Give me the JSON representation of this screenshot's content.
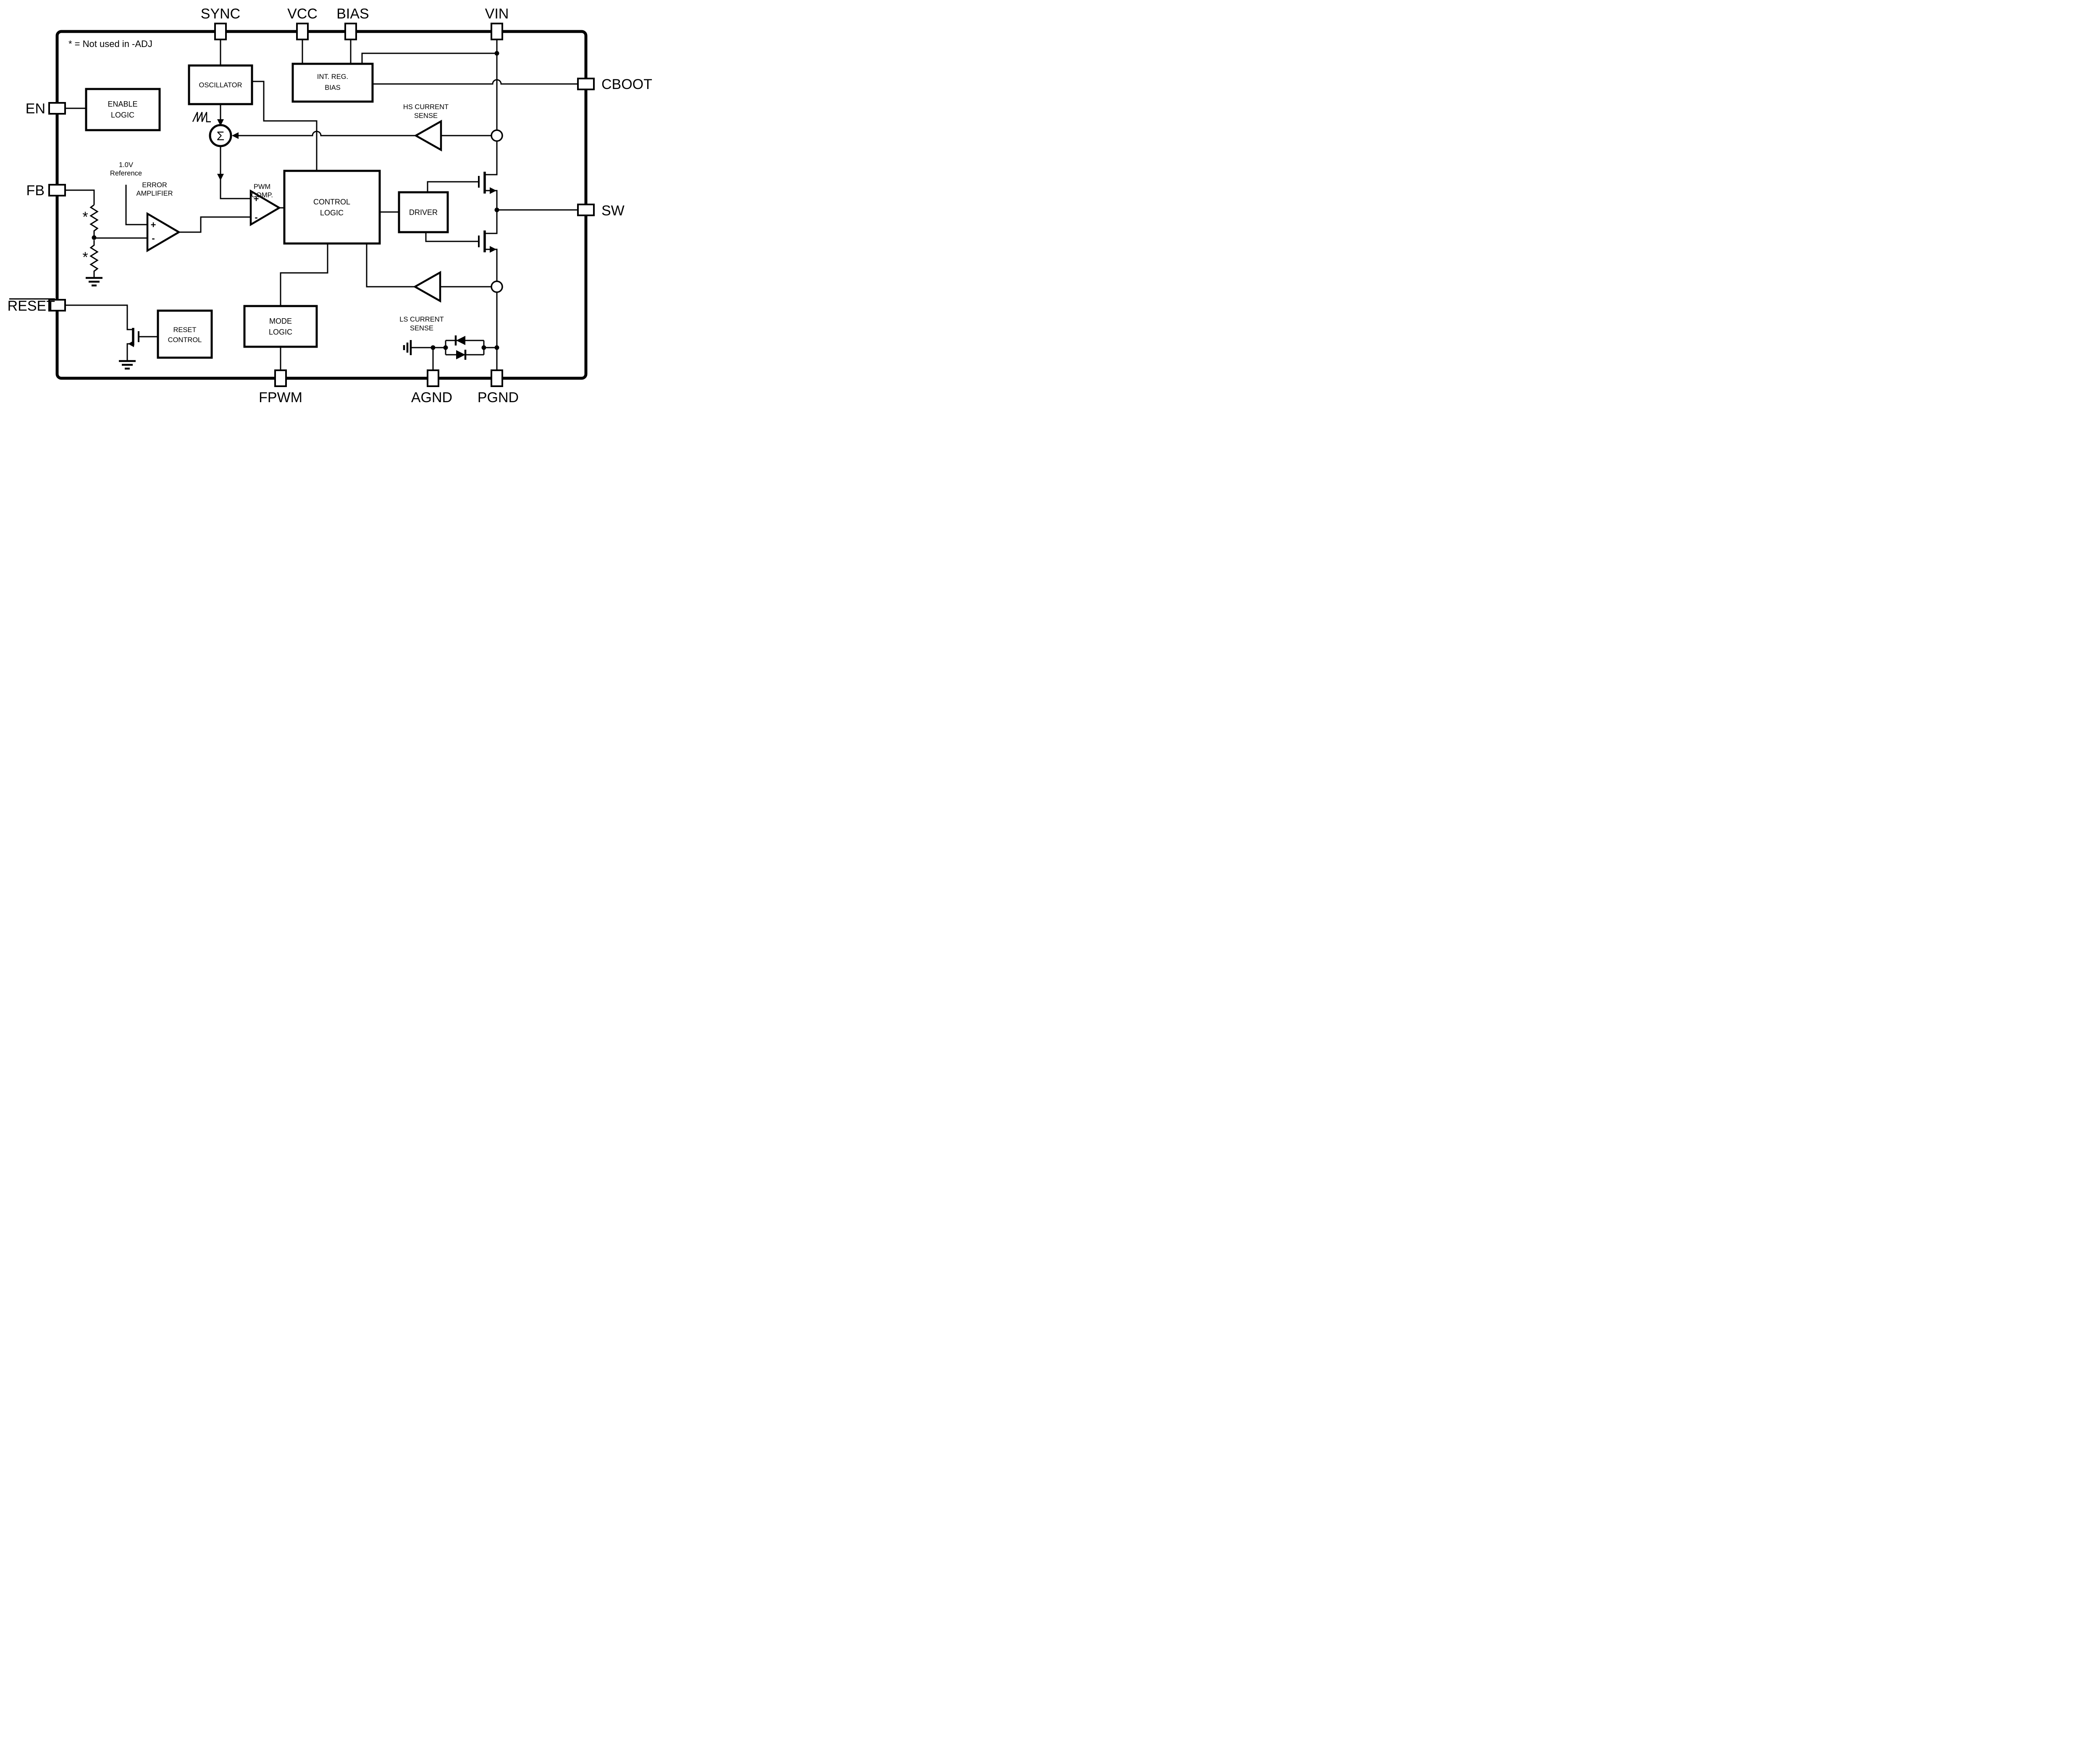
{
  "colors": {
    "line": "#000000",
    "background": "#ffffff"
  },
  "note": "* = Not used in -ADJ",
  "pins": {
    "sync": "SYNC",
    "vcc": "VCC",
    "bias": "BIAS",
    "vin": "VIN",
    "cboot": "CBOOT",
    "sw": "SW",
    "en": "EN",
    "fb": "FB",
    "reset": "RESET",
    "fpwm": "FPWM",
    "agnd": "AGND",
    "pgnd": "PGND"
  },
  "blocks": {
    "enable_logic": {
      "l1": "ENABLE",
      "l2": "LOGIC"
    },
    "oscillator": {
      "l1": "OSCILLATOR"
    },
    "int_reg_bias": {
      "l1": "INT. REG.",
      "l2": "BIAS"
    },
    "control_logic": {
      "l1": "CONTROL",
      "l2": "LOGIC"
    },
    "driver": {
      "l1": "DRIVER"
    },
    "mode_logic": {
      "l1": "MODE",
      "l2": "LOGIC"
    },
    "reset_control": {
      "l1": "RESET",
      "l2": "CONTROL"
    }
  },
  "annotations": {
    "reference": {
      "l1": "1.0V",
      "l2": "Reference"
    },
    "error_amp": {
      "l1": "ERROR",
      "l2": "AMPLIFIER"
    },
    "pwm_comp": {
      "l1": "PWM",
      "l2": "COMP."
    },
    "hs_sense": {
      "l1": "HS CURRENT",
      "l2": "SENSE"
    },
    "ls_sense": {
      "l1": "LS CURRENT",
      "l2": "SENSE"
    },
    "sum": "Σ",
    "plus": "+",
    "minus": "-",
    "asterisk": "*"
  }
}
